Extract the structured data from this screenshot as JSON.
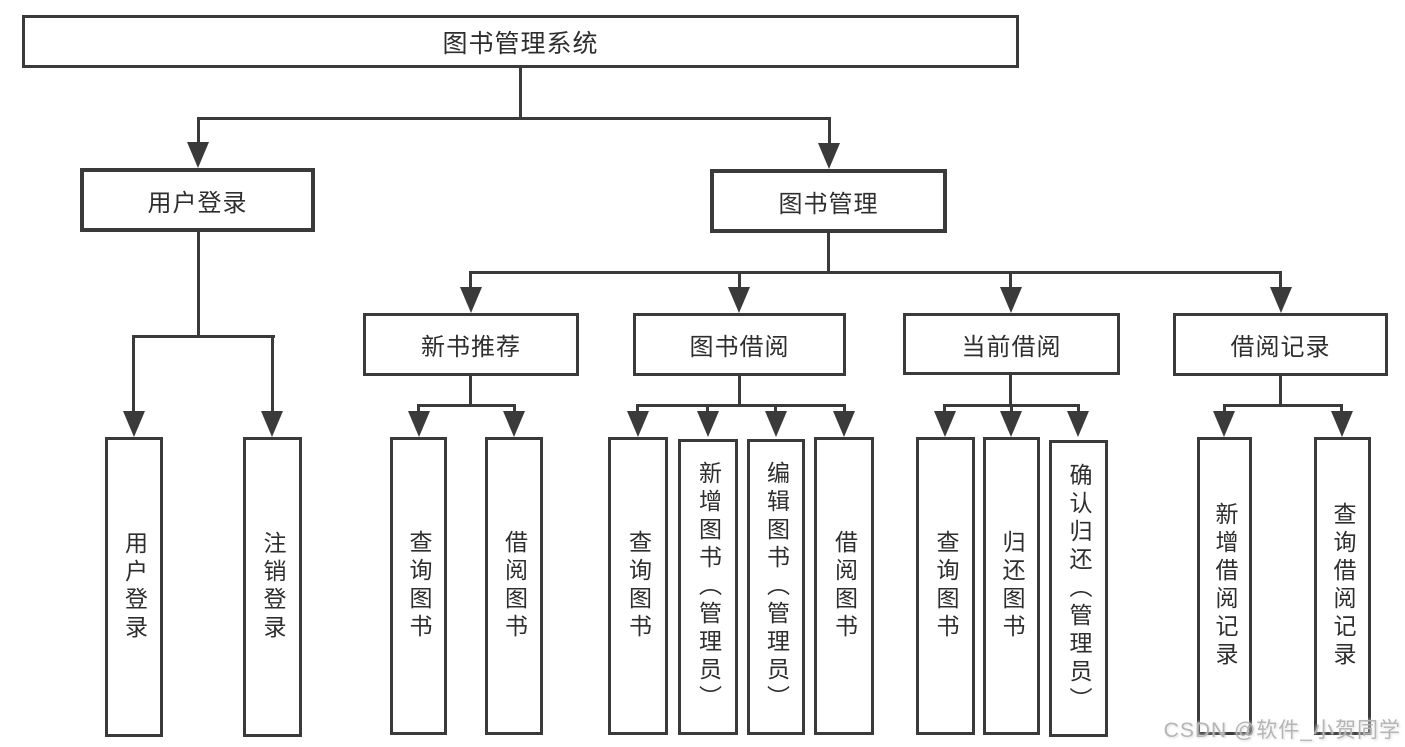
{
  "diagram": {
    "title": "图书管理系统",
    "branches": [
      {
        "label": "用户登录",
        "children": [
          {
            "label": "用户登录"
          },
          {
            "label": "注销登录"
          }
        ]
      },
      {
        "label": "图书管理",
        "children": [
          {
            "label": "新书推荐",
            "children": [
              {
                "label": "查询图书"
              },
              {
                "label": "借阅图书"
              }
            ]
          },
          {
            "label": "图书借阅",
            "children": [
              {
                "label": "查询图书"
              },
              {
                "label": "新增图书（管理员）"
              },
              {
                "label": "编辑图书（管理员）"
              },
              {
                "label": "借阅图书"
              }
            ]
          },
          {
            "label": "当前借阅",
            "children": [
              {
                "label": "查询图书"
              },
              {
                "label": "归还图书"
              },
              {
                "label": "确认归还（管理员）"
              }
            ]
          },
          {
            "label": "借阅记录",
            "children": [
              {
                "label": "新增借阅记录"
              },
              {
                "label": "查询借阅记录"
              }
            ]
          }
        ]
      }
    ]
  },
  "watermark": "CSDN @软件_小贺同学",
  "colors": {
    "line": "#3a3a3a",
    "text": "#2e2e2e",
    "watermark": "#b5b5b5",
    "background": "#ffffff"
  }
}
